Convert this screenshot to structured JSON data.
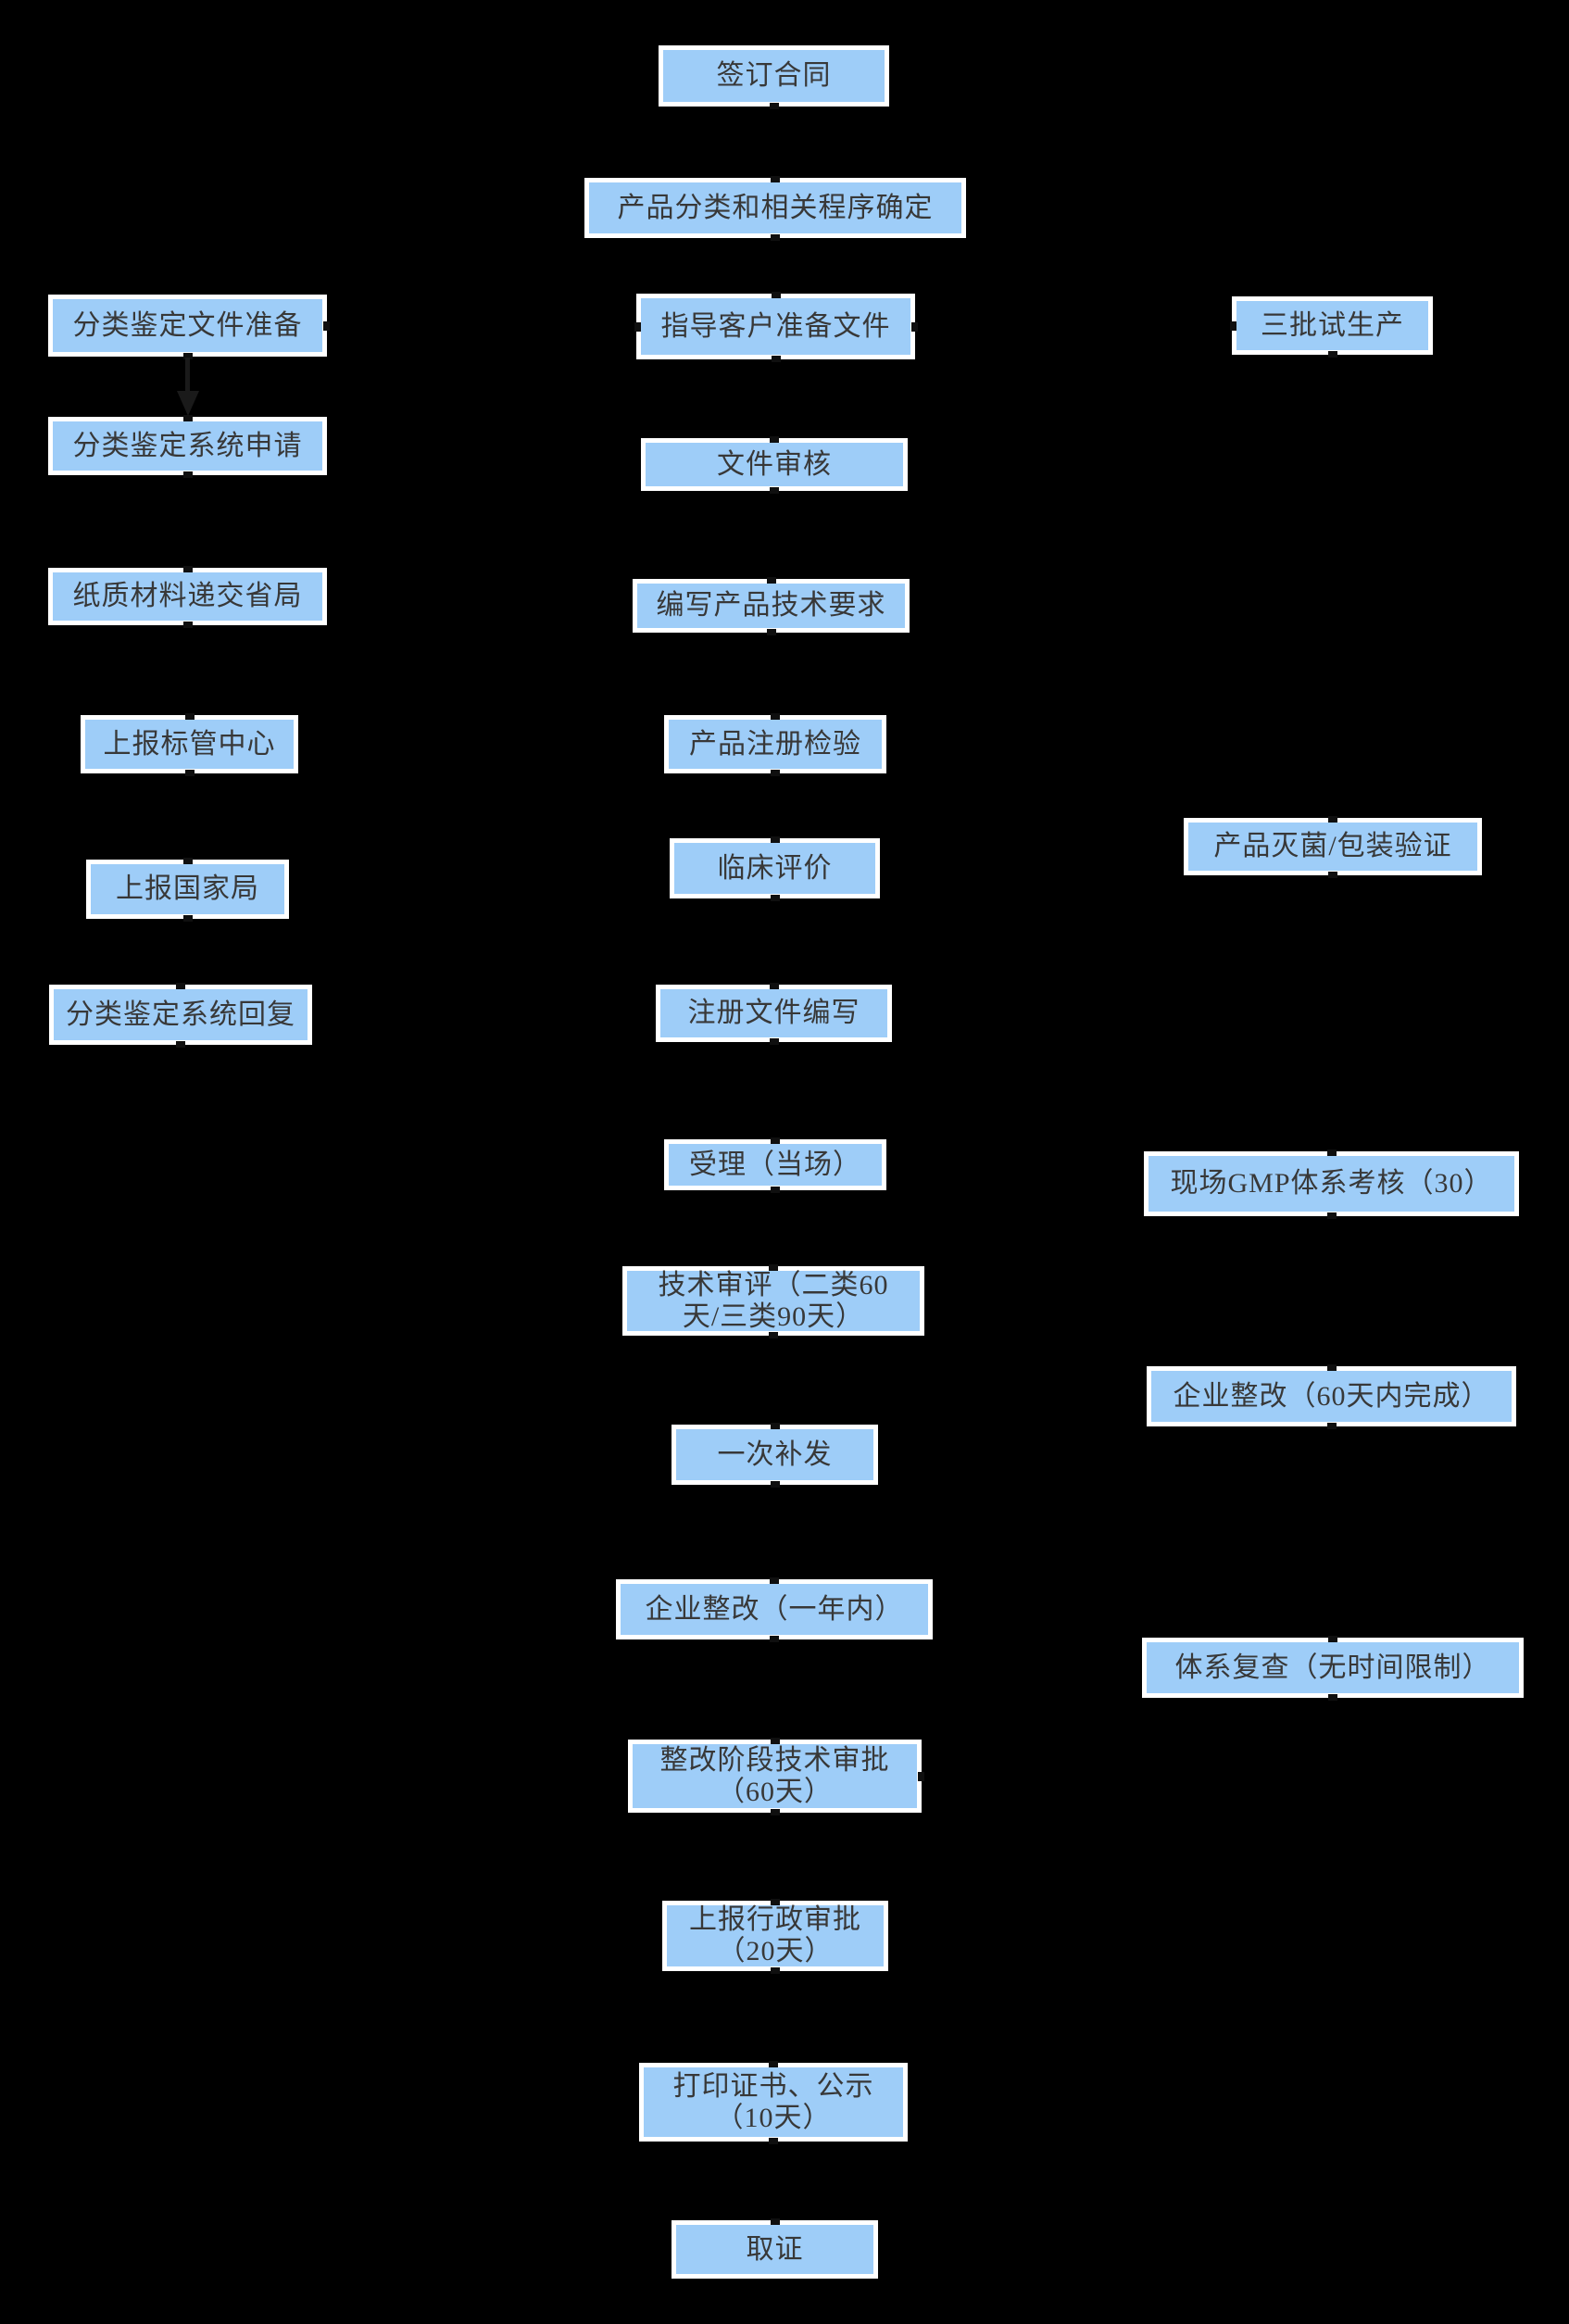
{
  "colors": {
    "background": "#000000",
    "node_fill": "#9ECDF8",
    "node_border": "#FFFFFF",
    "node_text": "#383838",
    "arrow": "#1A1A1A"
  },
  "nodes": [
    {
      "id": "sign-contract",
      "label": "签订合同"
    },
    {
      "id": "product-classification",
      "label": "产品分类和相关程序确定"
    },
    {
      "id": "classification-doc-prep",
      "label": "分类鉴定文件准备"
    },
    {
      "id": "guide-client-docs",
      "label": "指导客户准备文件"
    },
    {
      "id": "three-batch-trial",
      "label": "三批试生产"
    },
    {
      "id": "classification-system-apply",
      "label": "分类鉴定系统申请"
    },
    {
      "id": "doc-review",
      "label": "文件审核"
    },
    {
      "id": "paper-submit-province",
      "label": "纸质材料递交省局"
    },
    {
      "id": "write-tech-requirements",
      "label": "编写产品技术要求"
    },
    {
      "id": "report-standard-center",
      "label": "上报标管中心"
    },
    {
      "id": "product-registration-test",
      "label": "产品注册检验"
    },
    {
      "id": "sterilization-packaging",
      "label": "产品灭菌/包装验证"
    },
    {
      "id": "report-national-bureau",
      "label": "上报国家局"
    },
    {
      "id": "clinical-evaluation",
      "label": "临床评价"
    },
    {
      "id": "classification-system-reply",
      "label": "分类鉴定系统回复"
    },
    {
      "id": "registration-doc-writing",
      "label": "注册文件编写"
    },
    {
      "id": "acceptance",
      "label": "受理（当场）"
    },
    {
      "id": "gmp-assessment",
      "label": "现场GMP体系考核（30）"
    },
    {
      "id": "technical-review",
      "label": "技术审评（二类60\n天/三类90天）"
    },
    {
      "id": "company-rectification-60days",
      "label": "企业整改（60天内完成）"
    },
    {
      "id": "one-time-supplement",
      "label": "一次补发"
    },
    {
      "id": "company-rectification-1year",
      "label": "企业整改（一年内）"
    },
    {
      "id": "system-recheck",
      "label": "体系复查（无时间限制）"
    },
    {
      "id": "rectification-tech-approval",
      "label": "整改阶段技术审批\n（60天）"
    },
    {
      "id": "admin-approval",
      "label": "上报行政审批\n（20天）"
    },
    {
      "id": "print-certificate",
      "label": "打印证书、公示\n（10天）"
    },
    {
      "id": "obtain-certificate",
      "label": "取证"
    }
  ],
  "edges": [
    {
      "from": "sign-contract",
      "to": "product-classification",
      "dir": "v"
    },
    {
      "from": "product-classification",
      "to": "guide-client-docs",
      "dir": "v"
    },
    {
      "from": "classification-doc-prep",
      "to": "classification-system-apply",
      "dir": "v",
      "visible_arrow": true
    },
    {
      "from": "classification-system-apply",
      "to": "paper-submit-province",
      "dir": "v"
    },
    {
      "from": "paper-submit-province",
      "to": "report-standard-center",
      "dir": "v"
    },
    {
      "from": "report-standard-center",
      "to": "report-national-bureau",
      "dir": "v"
    },
    {
      "from": "report-national-bureau",
      "to": "classification-system-reply",
      "dir": "v"
    },
    {
      "from": "classification-system-reply",
      "to": null,
      "dir": "v",
      "ends": "from"
    },
    {
      "from": "guide-client-docs",
      "to": "doc-review",
      "dir": "v"
    },
    {
      "from": "doc-review",
      "to": "write-tech-requirements",
      "dir": "v"
    },
    {
      "from": "write-tech-requirements",
      "to": "product-registration-test",
      "dir": "v"
    },
    {
      "from": "product-registration-test",
      "to": "clinical-evaluation",
      "dir": "v"
    },
    {
      "from": "clinical-evaluation",
      "to": "registration-doc-writing",
      "dir": "v"
    },
    {
      "from": "registration-doc-writing",
      "to": "acceptance",
      "dir": "v"
    },
    {
      "from": "acceptance",
      "to": "technical-review",
      "dir": "v"
    },
    {
      "from": "technical-review",
      "to": "one-time-supplement",
      "dir": "v"
    },
    {
      "from": "one-time-supplement",
      "to": "company-rectification-1year",
      "dir": "v"
    },
    {
      "from": "company-rectification-1year",
      "to": "rectification-tech-approval",
      "dir": "v"
    },
    {
      "from": "rectification-tech-approval",
      "to": "admin-approval",
      "dir": "v"
    },
    {
      "from": "admin-approval",
      "to": "print-certificate",
      "dir": "v"
    },
    {
      "from": "print-certificate",
      "to": "obtain-certificate",
      "dir": "v"
    },
    {
      "from": "three-batch-trial",
      "to": "sterilization-packaging",
      "dir": "v"
    },
    {
      "from": "sterilization-packaging",
      "to": "gmp-assessment",
      "dir": "v"
    },
    {
      "from": "gmp-assessment",
      "to": "company-rectification-60days",
      "dir": "v"
    },
    {
      "from": "company-rectification-60days",
      "to": "system-recheck",
      "dir": "v"
    },
    {
      "from": "system-recheck",
      "to": null,
      "dir": "v",
      "ends": "from"
    },
    {
      "from": "guide-client-docs",
      "to": "classification-doc-prep",
      "dir": "h"
    },
    {
      "from": "guide-client-docs",
      "to": "three-batch-trial",
      "dir": "h"
    },
    {
      "from": "system-recheck",
      "to": "rectification-tech-approval",
      "dir": "h",
      "ends": "to"
    }
  ]
}
